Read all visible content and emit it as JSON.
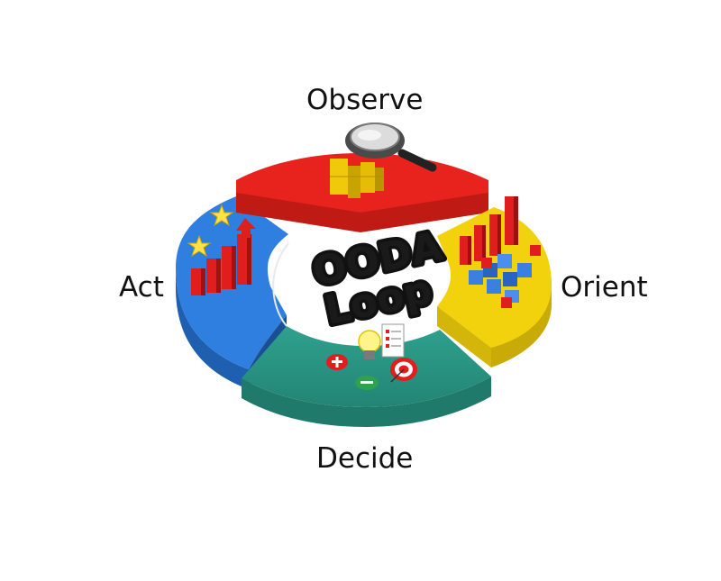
{
  "diagram": {
    "title_line1": "OODA",
    "title_line2": "Loop",
    "stages": [
      {
        "key": "observe",
        "label": "Observe",
        "color": "#e8231d",
        "icon": "magnifier-icon"
      },
      {
        "key": "orient",
        "label": "Orient",
        "color": "#f2d20c",
        "icon": "chart-cubes-icon"
      },
      {
        "key": "decide",
        "label": "Decide",
        "color": "#2fa18e",
        "icon": "decision-icons"
      },
      {
        "key": "act",
        "label": "Act",
        "color": "#2e7fe0",
        "icon": "growth-chart-icon"
      }
    ]
  }
}
